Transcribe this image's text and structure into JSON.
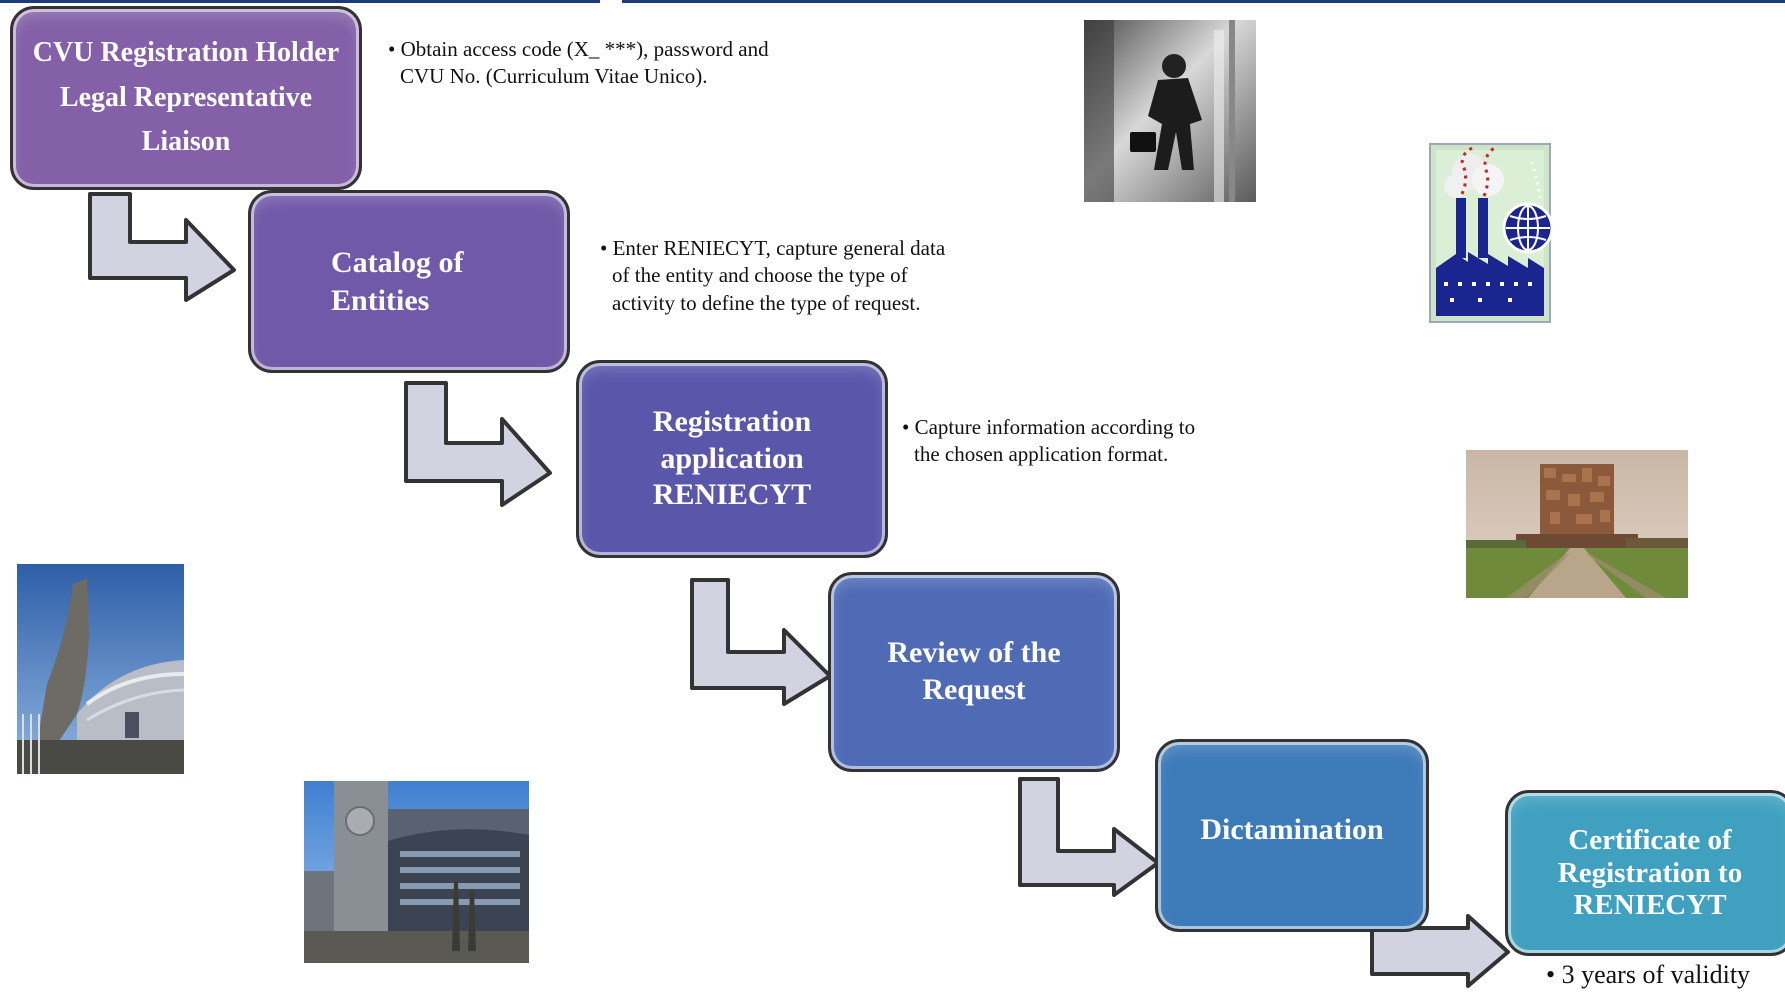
{
  "steps": [
    {
      "lines": [
        "CVU Registration Holder",
        "Legal Representative",
        "Liaison"
      ]
    },
    {
      "lines": [
        "Catalog of",
        "Entities"
      ]
    },
    {
      "lines": [
        "Registration",
        "application",
        "RENIECYT"
      ]
    },
    {
      "lines": [
        "Review of the",
        "Request"
      ]
    },
    {
      "lines": [
        "Dictamination"
      ]
    },
    {
      "lines": [
        "Certificate of",
        "Registration to",
        "RENIECYT"
      ]
    }
  ],
  "notes": [
    {
      "lines": [
        "• Obtain access code (X_ ***), password and",
        "CVU No. (Curriculum Vitae Unico)."
      ]
    },
    {
      "lines": [
        "• Enter RENIECYT, capture general data",
        "of the entity and choose the type of",
        "activity to define the type of request."
      ]
    },
    {
      "lines": [
        "• Capture information according to",
        "the chosen application format."
      ]
    },
    {
      "lines": [
        "• 3 years of validity"
      ]
    }
  ],
  "colors": {
    "step1": "#8360a8",
    "step2": "#7059a8",
    "step3": "#5a56aa",
    "step4": "#4f6bb6",
    "step5": "#3d7ab8",
    "step6": "#3fa1bf",
    "arrow_fill": "#d3d2e0",
    "arrow_stroke": "#333333"
  },
  "images": [
    {
      "name": "businessman-photo"
    },
    {
      "name": "factory-globe-clipart"
    },
    {
      "name": "library-building-photo"
    },
    {
      "name": "curved-tower-building-photo"
    },
    {
      "name": "modern-building-photo"
    }
  ]
}
